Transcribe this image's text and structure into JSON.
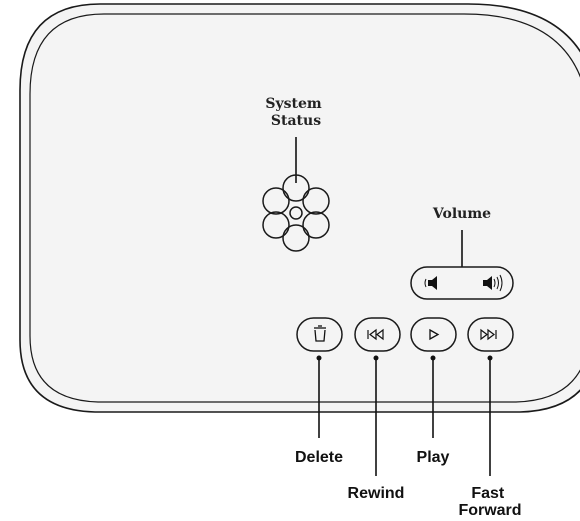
{
  "device": {
    "body_color": "#f4f4f4",
    "outline_color": "#1a1a1a",
    "leader_color": "#111111"
  },
  "labels": {
    "system_status": [
      "System",
      "Status"
    ],
    "volume": "Volume",
    "delete": "Delete",
    "rewind": "Rewind",
    "play": "Play",
    "fast_forward": [
      "Fast",
      "Forward"
    ]
  },
  "icons": {
    "status_light": "flower-icon",
    "delete": "trash-icon",
    "rewind": "rewind-icon",
    "play": "play-icon",
    "fast_forward": "fast-forward-icon",
    "volume_down": "volume-down-icon",
    "volume_up": "volume-up-icon"
  }
}
